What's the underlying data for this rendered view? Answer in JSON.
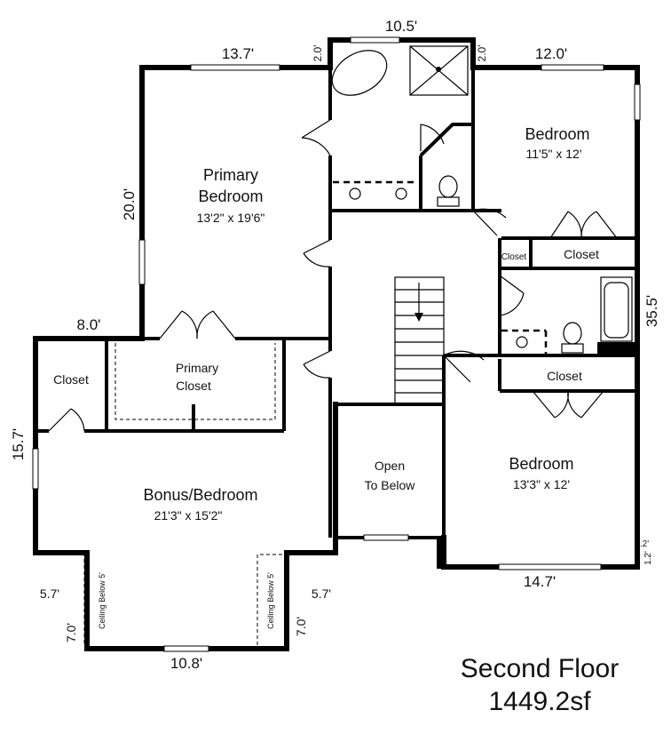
{
  "title": {
    "line1": "Second Floor",
    "line2": "1449.2sf"
  },
  "rooms": {
    "primary_bedroom": {
      "name1": "Primary",
      "name2": "Bedroom",
      "size": "13'2\" x 19'6\""
    },
    "bedroom_ne": {
      "name": "Bedroom",
      "size": "11'5\" x 12'"
    },
    "closet_small": {
      "name": "Closet"
    },
    "closet_ne": {
      "name": "Closet"
    },
    "closet_se": {
      "name": "Closet"
    },
    "primary_closet": {
      "name1": "Primary",
      "name2": "Closet"
    },
    "closet_w": {
      "name": "Closet"
    },
    "open_below": {
      "name1": "Open",
      "name2": "To Below"
    },
    "bedroom_se": {
      "name": "Bedroom",
      "size": "13'3\" x 12'"
    },
    "bonus": {
      "name": "Bonus/Bedroom",
      "size": "21'3\" x 15'2\""
    },
    "ceiling_left": {
      "label": "Ceiling Below 5'"
    },
    "ceiling_right": {
      "label": "Ceiling Below 5'"
    }
  },
  "dimensions": {
    "top_bath": "10.5'",
    "top_primary": "13.7'",
    "top_bedroom": "12.0'",
    "offset_left": "2.0'",
    "offset_right": "2.0'",
    "primary_height": "20.0'",
    "right_total": "35.5'",
    "bonus_top": "8.0'",
    "bonus_height": "15.7'",
    "bonus_bottom": "10.8'",
    "bump_left_w": "5.7'",
    "bump_right_w": "5.7'",
    "bump_left_h": "7.0'",
    "bump_right_h": "7.0'",
    "bedroom_bottom": "14.7'",
    "right_small_a": ".2'",
    "right_small_b": "1.2'"
  }
}
